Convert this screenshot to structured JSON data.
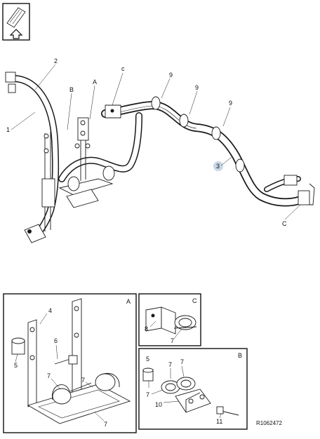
{
  "callouts": {
    "n1": "1",
    "n2": "2",
    "n3": "3",
    "n4": "4",
    "n5": "5",
    "n6": "6",
    "n7": "7",
    "n8": "8",
    "n9": "9",
    "n10": "10",
    "n11": "11",
    "A": "A",
    "B": "B",
    "C": "C",
    "c": "c"
  },
  "reference_code": "R1062472",
  "highlight_color": "#c9d6e6",
  "icons": [
    "direction-arrow-icon"
  ]
}
